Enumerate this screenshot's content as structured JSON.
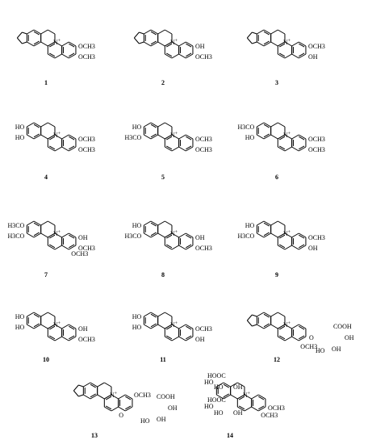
{
  "compounds": [
    {
      "number": "1",
      "labels": [
        "OCH3",
        "OCH3"
      ]
    },
    {
      "number": "2",
      "labels": [
        "OH",
        "OCH3"
      ]
    },
    {
      "number": "3",
      "labels": [
        "OCH3",
        "OH"
      ]
    },
    {
      "number": "4",
      "labels": [
        "HO",
        "HO",
        "OCH3",
        "OCH3"
      ]
    },
    {
      "number": "5",
      "labels": [
        "HO",
        "H3CO",
        "OCH3",
        "OCH3"
      ]
    },
    {
      "number": "6",
      "labels": [
        "H3CO",
        "HO",
        "OCH3",
        "OCH3"
      ]
    },
    {
      "number": "7",
      "labels": [
        "H3CO",
        "H3CO",
        "OH",
        "OCH3",
        "OCH3"
      ]
    },
    {
      "number": "8",
      "labels": [
        "HO",
        "H3CO",
        "OH",
        "OCH3"
      ]
    },
    {
      "number": "9",
      "labels": [
        "HO",
        "H3CO",
        "OCH3",
        "OH"
      ]
    },
    {
      "number": "10",
      "labels": [
        "HO",
        "HO",
        "OH",
        "OCH3"
      ]
    },
    {
      "number": "11",
      "labels": [
        "HO",
        "HO",
        "OCH3",
        "OH"
      ]
    },
    {
      "number": "12",
      "labels": [
        "COOH",
        "O",
        "OH",
        "HO",
        "OH",
        "OCH3"
      ]
    },
    {
      "number": "13",
      "labels": [
        "OCH3",
        "COOH",
        "O",
        "OH",
        "HO",
        "OH"
      ]
    },
    {
      "number": "14",
      "labels": [
        "HOOC",
        "HO",
        "HO",
        "OH",
        "HOOC",
        "HO",
        "HO",
        "OH",
        "OCH3",
        "OCH3"
      ]
    }
  ]
}
